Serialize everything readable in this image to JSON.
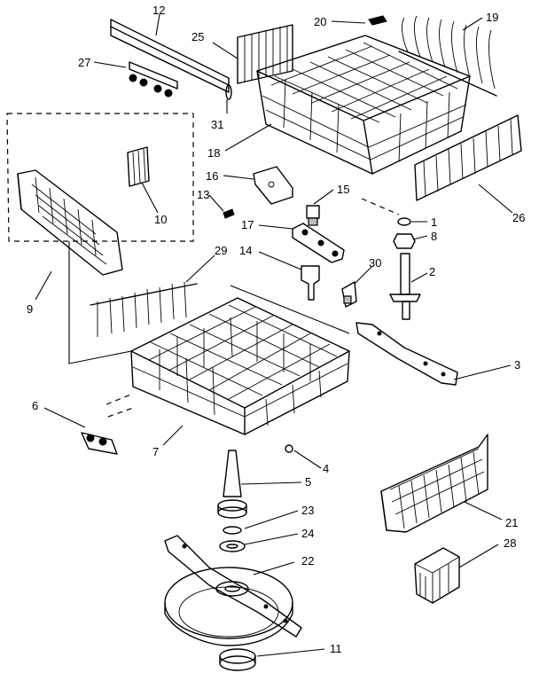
{
  "callouts": [
    {
      "id": "12",
      "text": "12"
    },
    {
      "id": "20",
      "text": "20"
    },
    {
      "id": "19",
      "text": "19"
    },
    {
      "id": "25",
      "text": "25"
    },
    {
      "id": "27",
      "text": "27"
    },
    {
      "id": "31",
      "text": "31"
    },
    {
      "id": "18",
      "text": "18"
    },
    {
      "id": "16",
      "text": "16"
    },
    {
      "id": "13",
      "text": "13"
    },
    {
      "id": "15",
      "text": "15"
    },
    {
      "id": "10",
      "text": "10"
    },
    {
      "id": "26",
      "text": "26"
    },
    {
      "id": "1",
      "text": "1"
    },
    {
      "id": "17",
      "text": "17"
    },
    {
      "id": "8",
      "text": "8"
    },
    {
      "id": "14",
      "text": "14"
    },
    {
      "id": "29",
      "text": "29"
    },
    {
      "id": "30",
      "text": "30"
    },
    {
      "id": "2",
      "text": "2"
    },
    {
      "id": "9",
      "text": "9"
    },
    {
      "id": "3",
      "text": "3"
    },
    {
      "id": "6",
      "text": "6"
    },
    {
      "id": "7",
      "text": "7"
    },
    {
      "id": "4",
      "text": "4"
    },
    {
      "id": "5",
      "text": "5"
    },
    {
      "id": "21",
      "text": "21"
    },
    {
      "id": "23",
      "text": "23"
    },
    {
      "id": "24",
      "text": "24"
    },
    {
      "id": "28",
      "text": "28"
    },
    {
      "id": "22",
      "text": "22"
    },
    {
      "id": "11",
      "text": "11"
    }
  ]
}
